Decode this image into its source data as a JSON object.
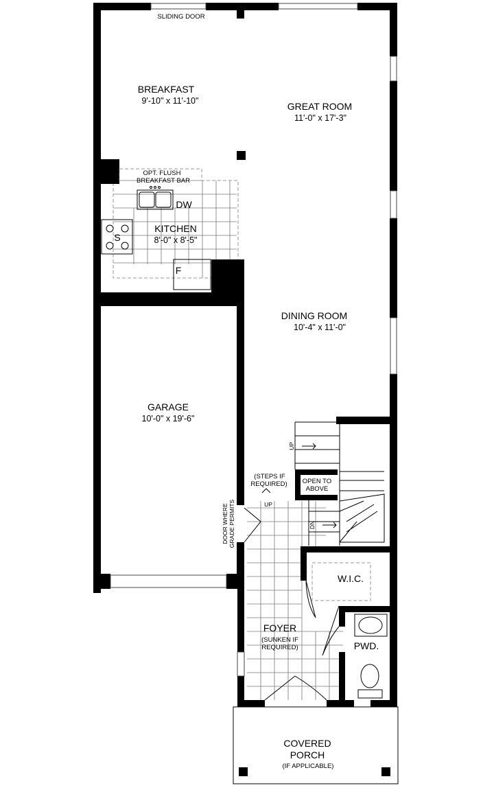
{
  "rooms": {
    "breakfast": {
      "name": "BREAKFAST",
      "size": "9'-10\" x 11'-10\""
    },
    "great_room": {
      "name": "GREAT ROOM",
      "size": "11'-0\" x 17'-3\""
    },
    "kitchen": {
      "name": "KITCHEN",
      "size": "8'-0\" x 8'-5\""
    },
    "dining_room": {
      "name": "DINING ROOM",
      "size": "10'-4\" x 11'-0\""
    },
    "garage": {
      "name": "GARAGE",
      "size": "10'-0\" x 19'-6\""
    },
    "foyer": {
      "name": "FOYER",
      "note_line1": "(SUNKEN IF",
      "note_line2": "REQUIRED)"
    },
    "wic": {
      "name": "W.I.C."
    },
    "powder": {
      "name": "PWD."
    },
    "porch": {
      "name_line1": "COVERED",
      "name_line2": "PORCH",
      "note": "(IF APPLICABLE)"
    }
  },
  "labels": {
    "sliding_door": "SLIDING DOOR",
    "breakfast_bar_line1": "OPT. FLUSH",
    "breakfast_bar_line2": "BREAKFAST BAR",
    "dishwasher": "DW",
    "stove": "S",
    "fridge": "F",
    "steps_line1": "(STEPS IF",
    "steps_line2": "REQUIRED)",
    "open_line1": "OPEN TO",
    "open_line2": "ABOVE",
    "stair_up_upper": "UP",
    "stair_up_lower": "UP",
    "stair_down": "DN",
    "door_grade_line1": "DOOR WHERE",
    "door_grade_line2": "GRADE PERMITS"
  }
}
